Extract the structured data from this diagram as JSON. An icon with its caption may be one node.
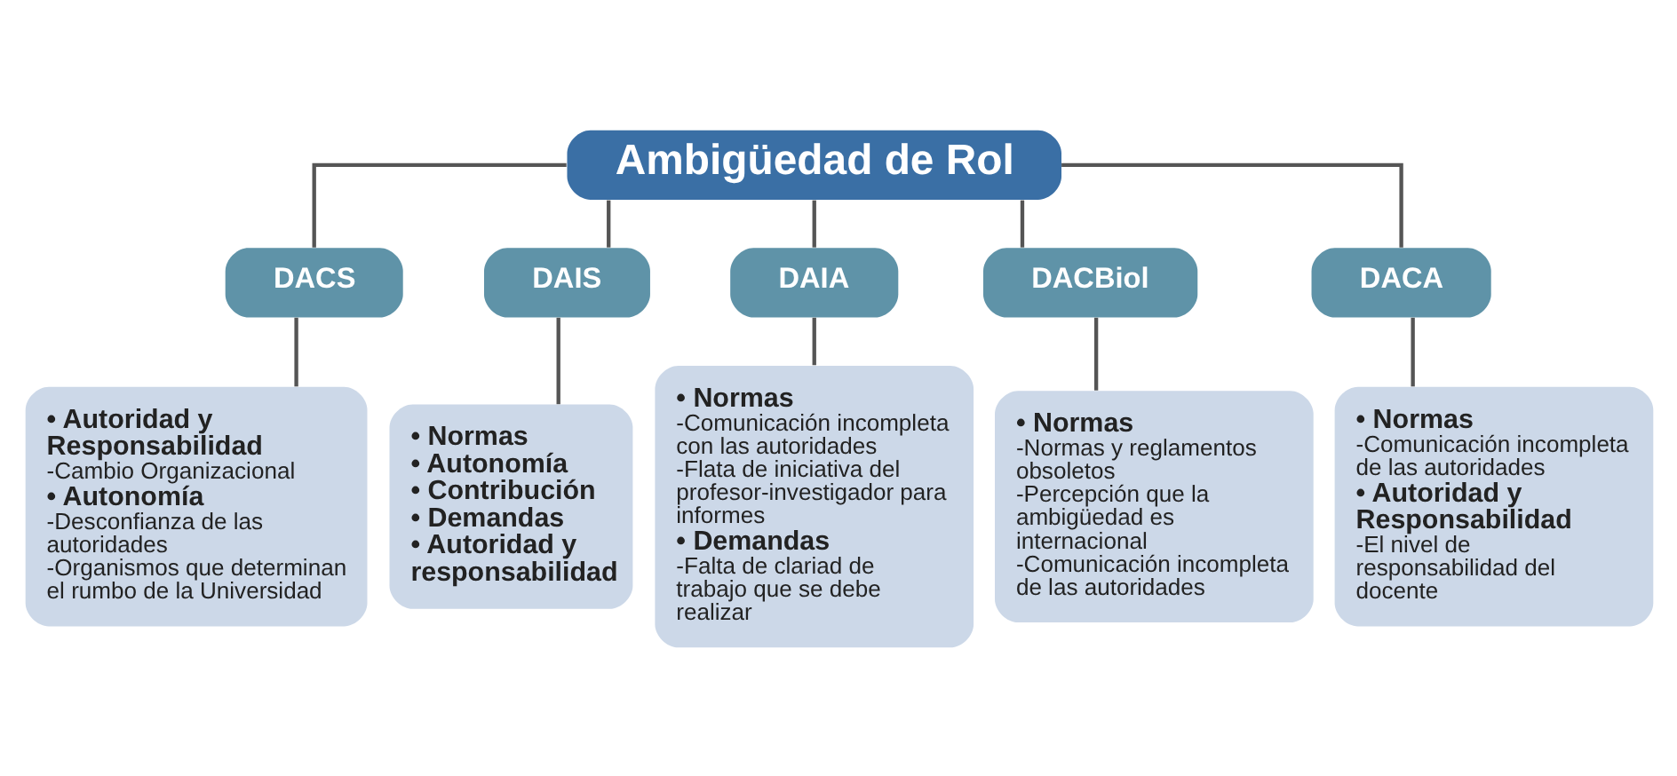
{
  "diagram": {
    "nodes": [
      {
        "text": [
          "Ambigüedad de Rol"
        ]
      },
      {
        "text": [
          "DACS"
        ]
      },
      {
        "text": [
          "DAIS"
        ]
      },
      {
        "text": [
          "DAIA"
        ]
      },
      {
        "text": [
          "DACBiol"
        ]
      },
      {
        "text": [
          "DACA"
        ]
      },
      {
        "text": [
          "• Autoridad y Responsabilidad",
          "-Cambio Organizacional",
          "• Autonomía",
          "-Desconfianza de las autoridades",
          "-Organismos que determinan el rumbo de la Universidad"
        ]
      },
      {
        "text": [
          "• Normas",
          "• Autonomía",
          "• Contribución",
          "• Demandas",
          "• Autoridad y responsabilidad"
        ]
      },
      {
        "text": [
          "• Normas",
          "-Comunicación incompleta con las autoridades",
          "-Flata de iniciativa del profesor-investigador para informes",
          "• Demandas",
          "-Falta de clariad de trabajo que se debe realizar"
        ]
      },
      {
        "text": [
          "• Normas",
          "-Normas y reglamentos obsoletos",
          "-Percepción que la ambigüedad es internacional",
          "-Comunicación incompleta de las autoridades"
        ]
      },
      {
        "text": [
          "• Normas",
          "-Comunicación incompleta de las autoridades",
          "• Autoridad y Responsabilidad",
          "-El nivel de responsabilidad del docente"
        ]
      }
    ],
    "edges": [
      {
        "from": 0,
        "to": 1,
        "arrow": "none"
      },
      {
        "from": 0,
        "to": 2,
        "arrow": "none"
      },
      {
        "from": 0,
        "to": 3,
        "arrow": "none"
      },
      {
        "from": 0,
        "to": 4,
        "arrow": "none"
      },
      {
        "from": 0,
        "to": 5,
        "arrow": "none"
      },
      {
        "from": 1,
        "to": 6,
        "arrow": "none"
      },
      {
        "from": 2,
        "to": 7,
        "arrow": "none"
      },
      {
        "from": 3,
        "to": 8,
        "arrow": "none"
      },
      {
        "from": 4,
        "to": 9,
        "arrow": "none"
      },
      {
        "from": 5,
        "to": 10,
        "arrow": "none"
      }
    ]
  }
}
